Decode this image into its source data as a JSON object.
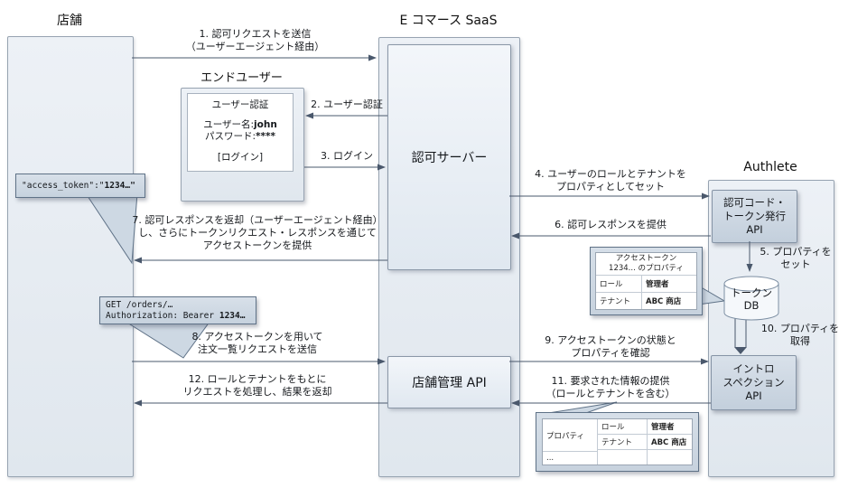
{
  "titles": {
    "store": "店舗",
    "saas": "E コマース SaaS",
    "authlete": "Authlete",
    "enduser": "エンドユーザー"
  },
  "boxes": {
    "auth_server": "認可サーバー",
    "store_api": "店舗管理 API",
    "code_api": [
      "認可コード・",
      "トークン発行",
      "API"
    ],
    "introspection_api": [
      "イントロ",
      "スペクション",
      "API"
    ],
    "token_db": [
      "トークン",
      "DB"
    ]
  },
  "login": {
    "title": "ユーザー認証",
    "user_label": "ユーザー名:",
    "user_value": "john",
    "pass_label": "パスワード:",
    "pass_value": "****",
    "button": "[ログイン]"
  },
  "messages": {
    "m1": [
      "1. 認可リクエストを送信",
      "（ユーザーエージェント経由）"
    ],
    "m2": [
      "2. ユーザー認証"
    ],
    "m3": [
      "3. ログイン"
    ],
    "m4": [
      "4. ユーザーのロールとテナントを",
      "プロパティとしてセット"
    ],
    "m5": [
      "5. プロパティを",
      "セット"
    ],
    "m6": [
      "6. 認可レスポンスを提供"
    ],
    "m7": [
      "7. 認可レスポンスを返却（ユーザーエージェント経由）",
      "し、さらにトークンリクエスト・レスポンスを通じて",
      "アクセストークンを提供"
    ],
    "m8": [
      "8. アクセストークンを用いて",
      "注文一覧リクエストを送信"
    ],
    "m9": [
      "9. アクセストークンの状態と",
      "プロパティを確認"
    ],
    "m10": [
      "10. プロパティを",
      "取得"
    ],
    "m11": [
      "11. 要求された情報の提供",
      "（ロールとテナントを含む）"
    ],
    "m12": [
      "12. ロールとテナントをもとに",
      "リクエストを処理し、結果を返却"
    ]
  },
  "bubbles": {
    "token_pre": "\"access_token\":\"",
    "token_bold": "1234…\"",
    "orders_line1": "GET /orders/…",
    "orders_line2_pre": "Authorization: Bearer ",
    "orders_line2_bold": "1234…"
  },
  "token_table": {
    "header": [
      "アクセストークン",
      "1234... のプロパティ"
    ],
    "rows": [
      {
        "key": "ロール",
        "value": "管理者"
      },
      {
        "key": "テナント",
        "value": "ABC 商店"
      }
    ]
  },
  "property_table": {
    "col1": "プロパティ",
    "rows": [
      {
        "key": "ロール",
        "value": "管理者"
      },
      {
        "key": "テナント",
        "value": "ABC 商店"
      }
    ],
    "more": "..."
  },
  "colors": {
    "arrow": "#4a586c",
    "callout_fill": "#cdd8e3",
    "callout_border": "#5f7287"
  }
}
